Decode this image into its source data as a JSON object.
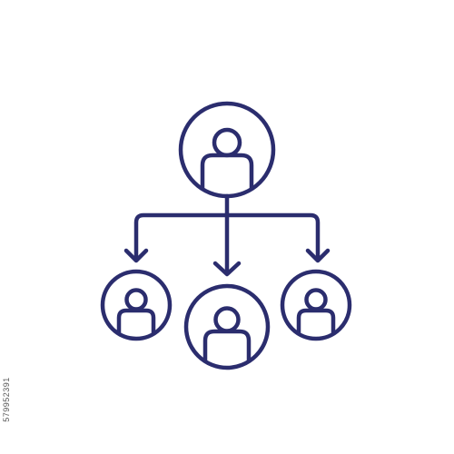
{
  "diagram": {
    "type": "hierarchy",
    "stroke_color": "#2b2d6e",
    "background_color": "#ffffff",
    "icons": {
      "root": "person-in-circle-icon",
      "child": "person-in-circle-icon",
      "connector": "arrow-down-icon"
    },
    "nodes": [
      {
        "id": "root",
        "role": "parent",
        "icon": "person-in-circle-icon"
      },
      {
        "id": "left",
        "role": "child",
        "icon": "person-in-circle-icon"
      },
      {
        "id": "center",
        "role": "child",
        "icon": "person-in-circle-icon"
      },
      {
        "id": "right",
        "role": "child",
        "icon": "person-in-circle-icon"
      }
    ],
    "edges": [
      {
        "from": "root",
        "to": "left"
      },
      {
        "from": "root",
        "to": "center"
      },
      {
        "from": "root",
        "to": "right"
      }
    ]
  },
  "stock_id": "579952391"
}
